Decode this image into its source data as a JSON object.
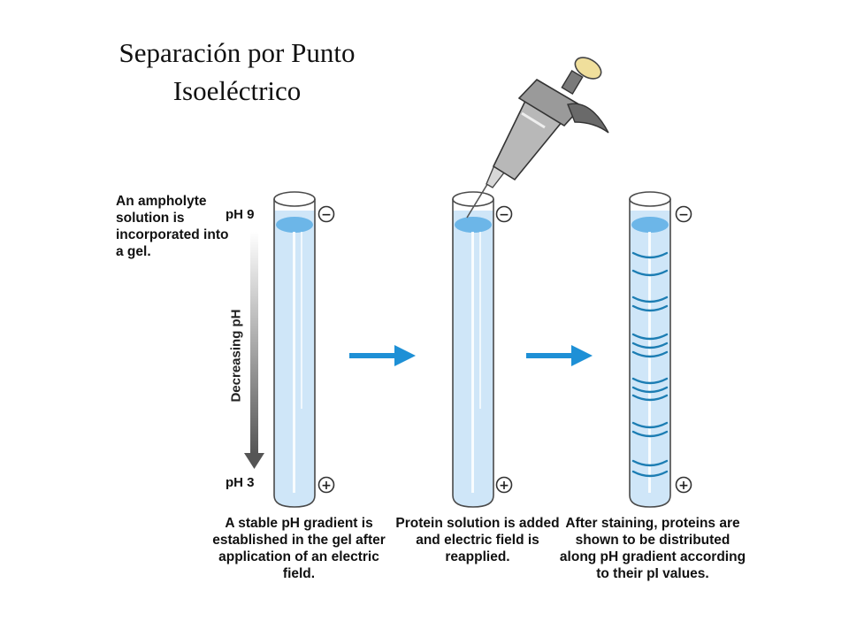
{
  "title": "Separación por Punto Isoeléctrico",
  "intro_text": "An ampholyte solution is incorporated into a gel.",
  "ph_top": "pH 9",
  "ph_bottom": "pH 3",
  "axis_label": "Decreasing pH",
  "electrode_top": "−",
  "electrode_bottom": "+",
  "captions": [
    "A stable pH gradient is established in the gel after application of an electric field.",
    "Protein solution is added and electric field is reapplied.",
    "After staining, proteins are shown to be distributed along pH gradient according to their pI values."
  ],
  "colors": {
    "gel": "#cfe6f8",
    "gel_top": "#6cb6e8",
    "arrow": "#1e90d6",
    "band": "#1c7db3",
    "gradient_arrow": "#555555"
  }
}
